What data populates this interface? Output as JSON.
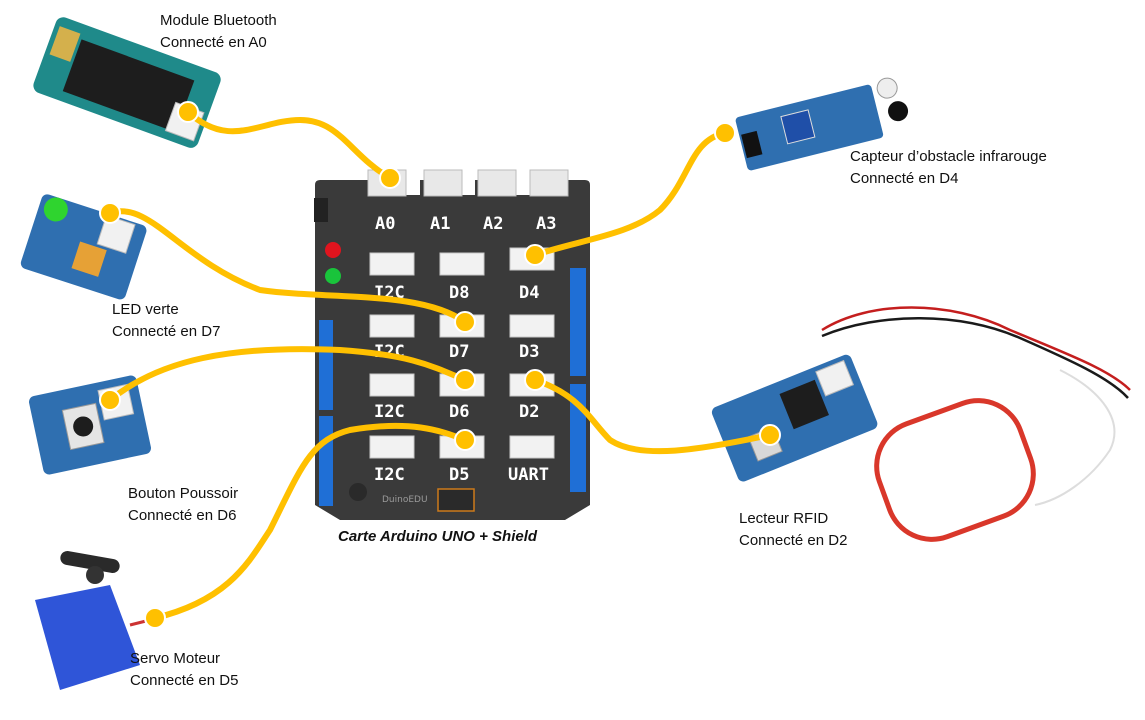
{
  "board": {
    "caption": "Carte Arduino UNO + Shield",
    "brand": "DuinoEDU",
    "ports": {
      "a0": "A0",
      "a1": "A1",
      "a2": "A2",
      "a3": "A3",
      "i2c_1": "I2C",
      "d8": "D8",
      "d4": "D4",
      "i2c_2": "I2C",
      "d7": "D7",
      "d3": "D3",
      "i2c_3": "I2C",
      "d6": "D6",
      "d2": "D2",
      "i2c_4": "I2C",
      "d5": "D5",
      "uart": "UART"
    }
  },
  "modules": {
    "bluetooth": {
      "name": "Module Bluetooth",
      "connection": "Connecté en A0"
    },
    "led": {
      "name": "LED verte",
      "connection": "Connecté en D7"
    },
    "button": {
      "name": "Bouton Poussoir",
      "connection": "Connecté en D6"
    },
    "servo": {
      "name": "Servo Moteur",
      "connection": "Connecté en D5"
    },
    "ir_sensor": {
      "name": "Capteur d’obstacle infrarouge",
      "connection": "Connecté en D4"
    },
    "rfid": {
      "name": "Lecteur RFID",
      "connection": "Connecté en D2"
    }
  },
  "colors": {
    "wire": "#ffc000",
    "shield": "#3a3a3a",
    "grove_board": "#2f6fb0",
    "bluetooth_board": "#1f8a8a",
    "header_blue": "#1f6fd6"
  }
}
